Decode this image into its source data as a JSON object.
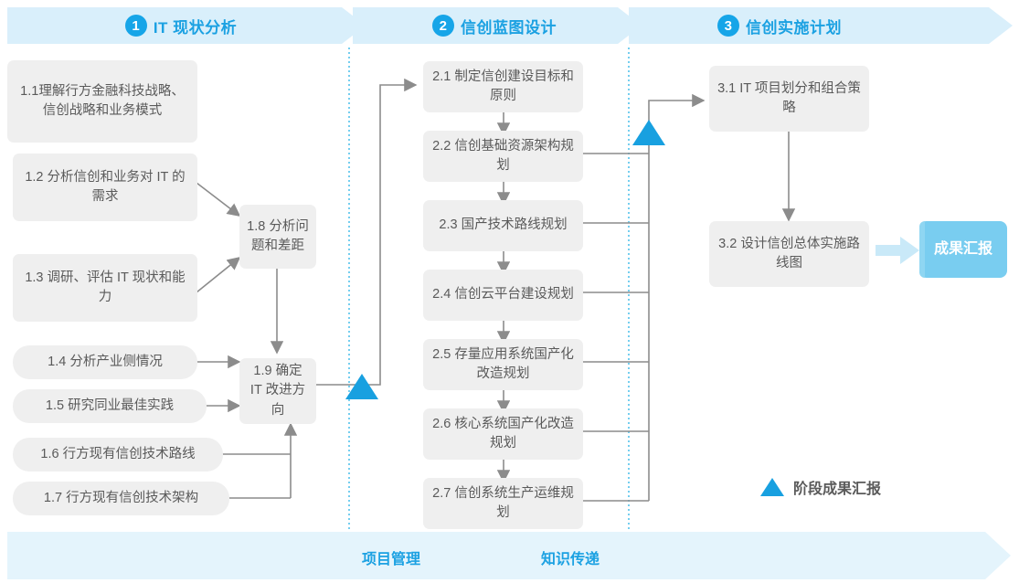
{
  "phases": [
    {
      "num": "1",
      "title": "IT 现状分析"
    },
    {
      "num": "2",
      "title": "信创蓝图设计"
    },
    {
      "num": "3",
      "title": "信创实施计划"
    }
  ],
  "nodes": {
    "n11": "1.1理解行方金融科技战略、信创战略和业务模式",
    "n12": "1.2 分析信创和业务对 IT 的需求",
    "n13": "1.3 调研、评估 IT 现状和能力",
    "n14": "1.4 分析产业侧情况",
    "n15": "1.5 研究同业最佳实践",
    "n16": "1.6 行方现有信创技术路线",
    "n17": "1.7 行方现有信创技术架构",
    "n18": "1.8 分析问题和差距",
    "n19": "1.9 确定 IT 改进方向",
    "n21": "2.1 制定信创建设目标和原则",
    "n22": "2.2 信创基础资源架构规划",
    "n23": "2.3 国产技术路线规划",
    "n24": "2.4 信创云平台建设规划",
    "n25": "2.5 存量应用系统国产化改造规划",
    "n26": "2.6 核心系统国产化改造规划",
    "n27": "2.7 信创系统生产运维规划",
    "n31": "3.1 IT 项目划分和组合策略",
    "n32": "3.2 设计信创总体实施路线图",
    "result": "成果汇报"
  },
  "legend": {
    "label": "阶段成果汇报",
    "marker": "triangle-marker"
  },
  "footer": {
    "items": [
      "项目管理",
      "知识传递"
    ]
  },
  "colors": {
    "accent": "#1ba1e2",
    "band": "#d9effb",
    "band_light": "#e4f4fc",
    "node_bg": "#efefef",
    "node_text": "#5a5a5a",
    "connector": "#8c8c8c",
    "marker": "#18a0e0",
    "result_bg": "#79cdf0",
    "divider": "#35b7e8"
  }
}
